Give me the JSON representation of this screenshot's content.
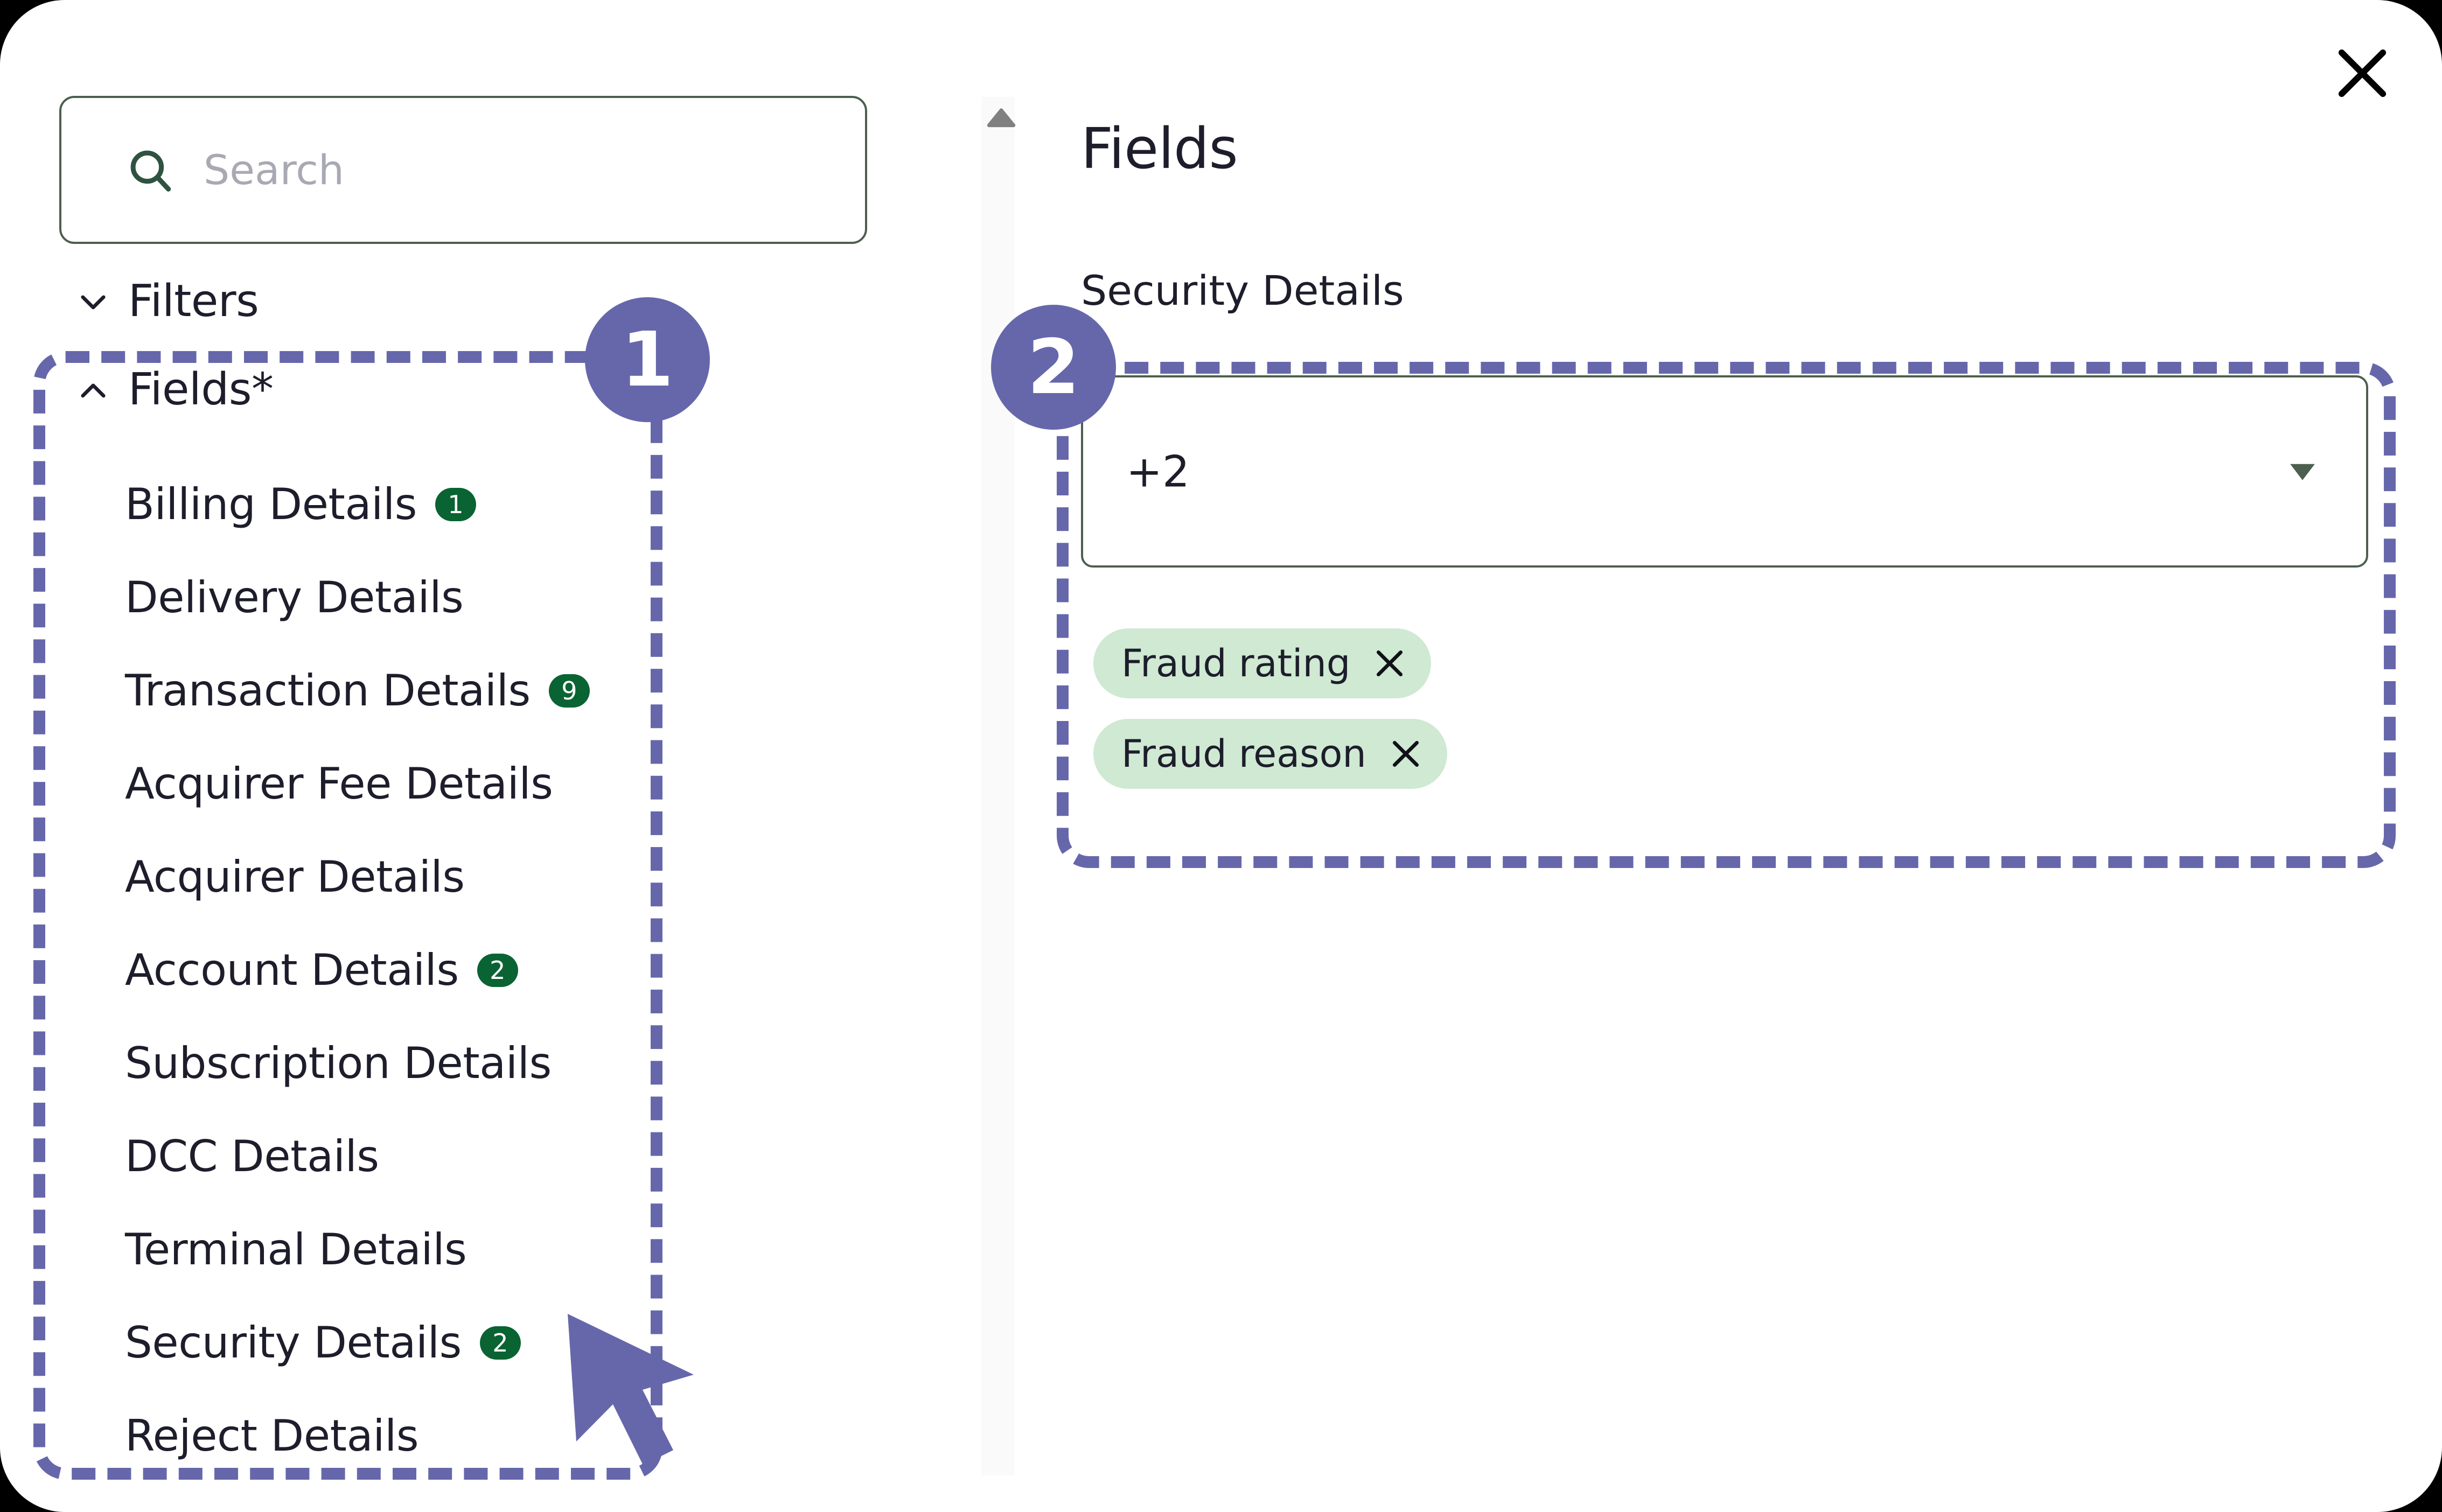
{
  "search": {
    "placeholder": "Search",
    "value": "",
    "icon": "search-icon"
  },
  "sidebar": {
    "sections": [
      {
        "label": "Filters",
        "icon": "chevron-down-icon",
        "expanded": false
      },
      {
        "label": "Fields*",
        "icon": "chevron-up-icon",
        "expanded": true
      }
    ],
    "fields": [
      {
        "label": "Billing Details",
        "badge": "1"
      },
      {
        "label": "Delivery Details",
        "badge": ""
      },
      {
        "label": "Transaction Details",
        "badge": "9"
      },
      {
        "label": "Acquirer Fee Details",
        "badge": ""
      },
      {
        "label": "Acquirer Details",
        "badge": ""
      },
      {
        "label": "Account Details",
        "badge": "2"
      },
      {
        "label": "Subscription Details",
        "badge": ""
      },
      {
        "label": "DCC Details",
        "badge": ""
      },
      {
        "label": "Terminal Details",
        "badge": ""
      },
      {
        "label": "Security Details",
        "badge": "2"
      },
      {
        "label": "Reject Details",
        "badge": ""
      }
    ]
  },
  "panel": {
    "title": "Fields",
    "group_label": "Security Details",
    "select": {
      "value": "+2",
      "caret_icon": "chevron-down-icon"
    },
    "chips": [
      {
        "label": "Fraud rating",
        "close_icon": "close-icon"
      },
      {
        "label": "Fraud reason",
        "close_icon": "close-icon"
      }
    ]
  },
  "scrollbar": {
    "up_arrow_icon": "triangle-up-icon"
  },
  "close": {
    "icon": "close-icon"
  },
  "annotations": {
    "steps": [
      {
        "number": "1"
      },
      {
        "number": "2"
      }
    ],
    "cursor_icon": "mouse-pointer-icon"
  },
  "colors": {
    "accent_purple": "#6667ab",
    "badge_green": "#0a6332",
    "chip_green": "#cfe9d2",
    "border_green": "#4d5f4f",
    "text_dark": "#1d1d2b",
    "placeholder_gray": "#a9a9b4"
  }
}
